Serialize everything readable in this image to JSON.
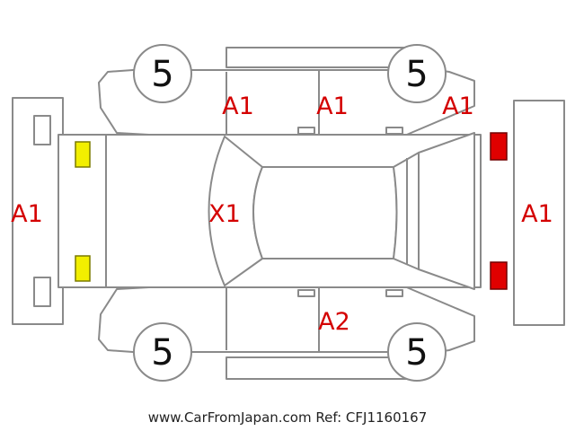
{
  "diagram": {
    "colors": {
      "mark": "#d40000",
      "line": "#8a8a8a",
      "yellow_light": "#f2ef00",
      "red_light": "#e00000"
    },
    "damage_marks": {
      "left_door_front": "A1",
      "left_door_rear": "A1",
      "left_rear_quarter": "A1",
      "front_bumper": "A1",
      "roof": "X1",
      "rear_bumper": "A1",
      "right_door_rear": "A2"
    },
    "tires": {
      "front_left": "5",
      "rear_left": "5",
      "front_right": "5",
      "rear_right": "5"
    }
  },
  "footer": {
    "site": "www.CarFromJapan.com",
    "ref": "Ref: CFJ1160167"
  }
}
